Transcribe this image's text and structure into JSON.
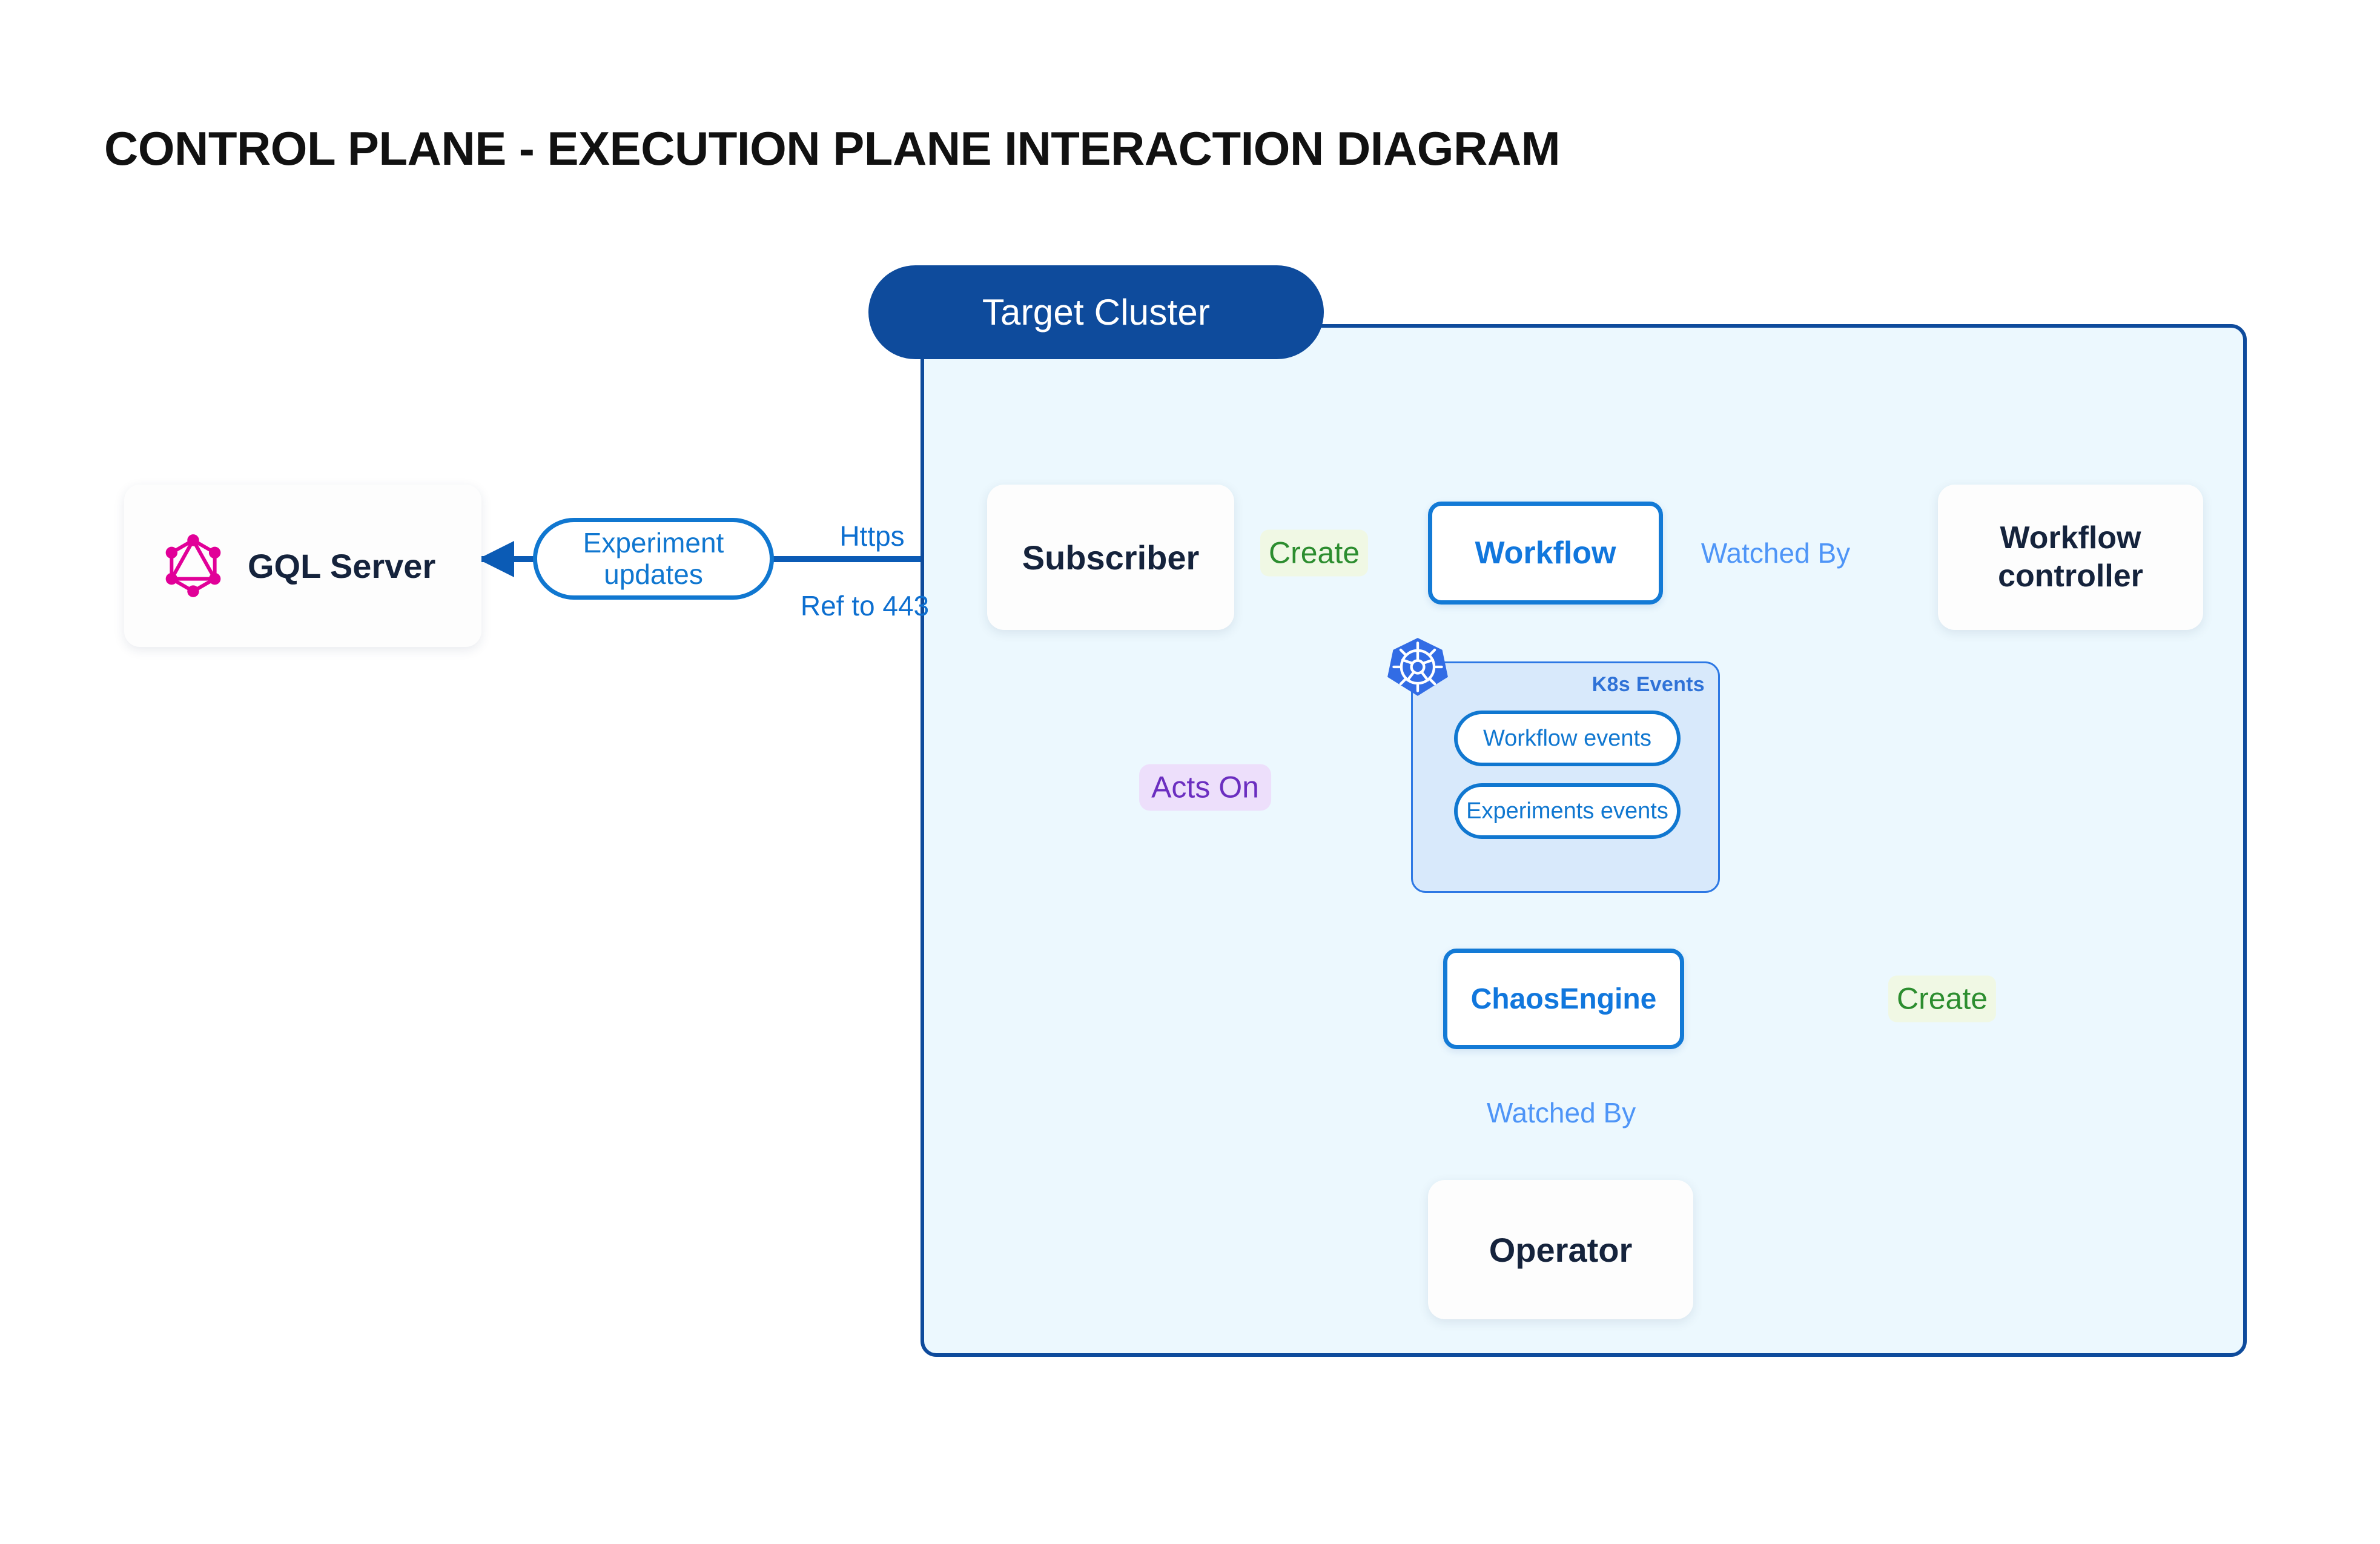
{
  "page": {
    "title": "CONTROL PLANE - EXECUTION PLANE INTERACTION DIAGRAM",
    "background": "#ffffff"
  },
  "colors": {
    "cluster_border": "#0e4b9c",
    "cluster_fill": "#ecf8fe",
    "node_text": "#15233c",
    "blue_accent": "#1177dd",
    "blue_light": "#4e95f7",
    "green": "#2c8d2f",
    "purple": "#6b2ec0",
    "graphql_pink": "#e10098",
    "k8s_blue": "#326ce5",
    "slate_arrow": "#4b5365"
  },
  "cluster": {
    "label": "Target Cluster"
  },
  "nodes": [
    {
      "id": "gql-server",
      "label": "GQL Server",
      "icon": "graphql-icon",
      "style": "card"
    },
    {
      "id": "subscriber",
      "label": "Subscriber",
      "style": "card"
    },
    {
      "id": "workflow",
      "label": "Workflow",
      "style": "outline"
    },
    {
      "id": "wf-controller",
      "label": "Workflow controller",
      "label_lines": [
        "Workflow",
        "controller"
      ],
      "style": "card"
    },
    {
      "id": "chaosengine",
      "label": "ChaosEngine",
      "style": "outline"
    },
    {
      "id": "operator",
      "label": "Operator",
      "style": "card"
    }
  ],
  "k8s_group": {
    "title": "K8s Events",
    "icon": "kubernetes-icon",
    "items": [
      {
        "label": "Workflow events"
      },
      {
        "label": "Experiments events"
      }
    ]
  },
  "edge_labels": {
    "experiment_updates": "Experiment updates",
    "https": "Https",
    "ref_to_443": "Ref to 443",
    "create_workflow": "Create",
    "watched_by_controller": "Watched By",
    "acts_on": "Acts On",
    "create_chaosengine": "Create",
    "watched_by_operator": "Watched By"
  }
}
